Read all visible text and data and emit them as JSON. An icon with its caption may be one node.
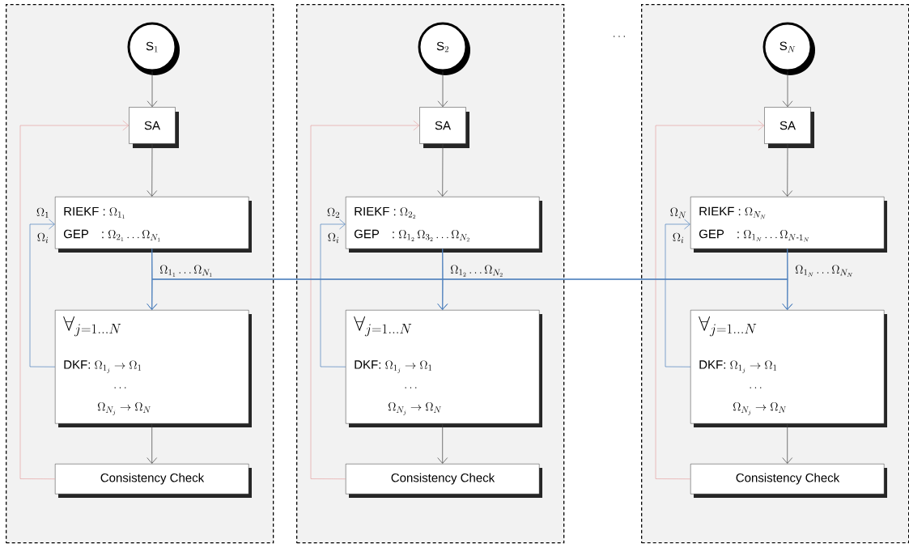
{
  "diagram": {
    "nodes": [
      {
        "text": [],
        "shape": "box"
      },
      {
        "text": [
          "\\text{S}_1"
        ],
        "in": 0
      },
      {
        "text": [
          "SA"
        ],
        "in": 0
      },
      {
        "text": [
          "\\text{RIEKF : }\\Omega_{1_1}",
          "\\text{GEP\\quad : }\\Omega_{2_1}\\ldots\\Omega_{N_1}"
        ],
        "in": 0
      },
      {
        "text": [
          "\\forall_{j=1\\ldots N}",
          "\\text{DKF: }\\Omega_{1_j}\\rightarrow\\Omega_1",
          "\\ldots",
          "\\Omega_{N_j}\\rightarrow\\Omega_N"
        ],
        "in": 0
      },
      {
        "text": [
          "Consistency Check"
        ],
        "in": 0
      },
      {
        "text": [],
        "shape": "box"
      },
      {
        "text": [
          "\\text{S}_2"
        ],
        "in": 6
      },
      {
        "text": [
          "SA"
        ],
        "in": 6
      },
      {
        "text": [
          "\\text{RIEKF : }\\Omega_{2_2}",
          "\\text{GEP\\quad : }\\Omega_{1_2}\\,\\Omega_{3_2}\\ldots\\Omega_{N_2}"
        ],
        "in": 6
      },
      {
        "text": [
          "\\forall_{j=1\\ldots N}",
          "\\text{DKF: }\\Omega_{1_j}\\rightarrow\\Omega_1",
          "\\ldots",
          "\\Omega_{N_j}\\rightarrow\\Omega_N"
        ],
        "in": 6
      },
      {
        "text": [
          "Consistency Check"
        ],
        "in": 6
      },
      {
        "text": [],
        "shape": "box"
      },
      {
        "text": [
          "\\text{S}_N"
        ],
        "in": 12
      },
      {
        "text": [
          "SA"
        ],
        "in": 12
      },
      {
        "text": [
          "\\text{RIEKF : }\\Omega_{N_N}",
          "\\text{GEP\\quad : }\\Omega_{1_N}\\ldots\\Omega_{N\\text{-}1_N}"
        ],
        "in": 12
      },
      {
        "text": [
          "\\forall_{j=1\\ldots N}",
          "\\text{DKF: }\\Omega_{1_j}\\rightarrow\\Omega_1",
          "\\ldots",
          "\\Omega_{N_j}\\rightarrow\\Omega_N"
        ],
        "in": 12
      },
      {
        "text": [
          "Consistency Check"
        ],
        "in": 12
      }
    ],
    "edges": [
      {
        "from": 1,
        "to": 2,
        "arrow": "to",
        "color": "#404040"
      },
      {
        "from": 2,
        "to": 3,
        "arrow": "to",
        "color": "#404040"
      },
      {
        "from": 3,
        "to": 4,
        "arrow": "to",
        "label": "\\Omega_{1_1}\\ldots\\Omega_{N_1}",
        "color": "#4f81bd"
      },
      {
        "from": 4,
        "to": 5,
        "arrow": "to",
        "color": "#404040"
      },
      {
        "from": 5,
        "to": 2,
        "arrow": "to",
        "color": "#e6a5a5"
      },
      {
        "from": 4,
        "to": 3,
        "arrow": "to",
        "color": "#4f81bd"
      },
      {
        "from": 7,
        "to": 8,
        "arrow": "to",
        "color": "#404040"
      },
      {
        "from": 8,
        "to": 9,
        "arrow": "to",
        "color": "#404040"
      },
      {
        "from": 9,
        "to": 10,
        "arrow": "to",
        "label": "\\Omega_{1_2}\\ldots\\Omega_{N_2}",
        "color": "#4f81bd"
      },
      {
        "from": 10,
        "to": 11,
        "arrow": "to",
        "color": "#404040"
      },
      {
        "from": 11,
        "to": 8,
        "arrow": "to",
        "color": "#e6a5a5"
      },
      {
        "from": 10,
        "to": 9,
        "arrow": "to",
        "color": "#4f81bd"
      },
      {
        "from": 13,
        "to": 14,
        "arrow": "to",
        "color": "#404040"
      },
      {
        "from": 14,
        "to": 15,
        "arrow": "to",
        "color": "#404040"
      },
      {
        "from": 15,
        "to": 16,
        "arrow": "to",
        "label": "\\Omega_{1_N}\\ldots\\Omega_{N_N}",
        "color": "#4f81bd"
      },
      {
        "from": 16,
        "to": 17,
        "arrow": "to",
        "color": "#404040"
      },
      {
        "from": 17,
        "to": 14,
        "arrow": "to",
        "color": "#e6a5a5"
      },
      {
        "from": 16,
        "to": 15,
        "arrow": "to",
        "color": "#4f81bd"
      },
      {
        "from": 3,
        "to": 10,
        "arrow": "to",
        "color": "#4f81bd"
      },
      {
        "from": 3,
        "to": 16,
        "arrow": "to",
        "color": "#4f81bd"
      },
      {
        "from": 9,
        "to": 4,
        "arrow": "to",
        "color": "#4f81bd"
      },
      {
        "from": 9,
        "to": 16,
        "arrow": "to",
        "color": "#4f81bd"
      },
      {
        "from": 15,
        "to": 4,
        "arrow": "to",
        "color": "#4f81bd"
      },
      {
        "from": 15,
        "to": 10,
        "arrow": "to",
        "color": "#4f81bd"
      }
    ],
    "labels": [
      "\\ldots",
      "\\Omega_1",
      "\\Omega_i",
      "\\Omega_2",
      "\\Omega_i",
      "\\Omega_N",
      "\\Omega_i"
    ]
  }
}
